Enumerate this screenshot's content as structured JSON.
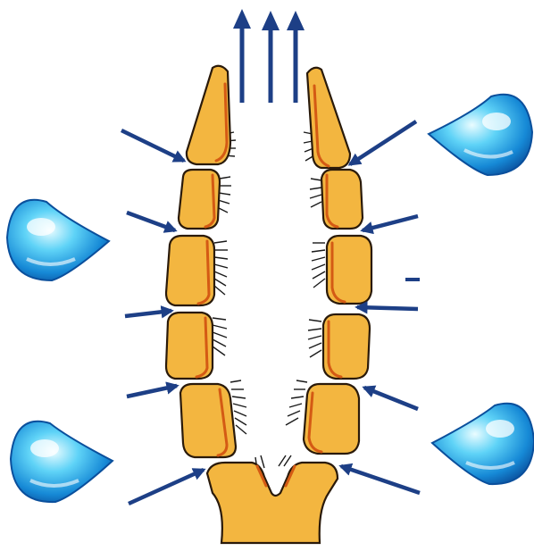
{
  "colors": {
    "background": "#ffffff",
    "block_fill": "#f3b640",
    "block_outline": "#2a1a0a",
    "inner_rim": "#d45a14",
    "hair": "#1a1a1a",
    "arrow": "#1d3f86",
    "drop_dark": "#0a5fb0",
    "drop_mid": "#1fa6e8",
    "drop_light": "#b9f0ff"
  },
  "icons": {
    "droplet": "water-droplet-icon",
    "arrow_in": "inward-arrow-icon",
    "arrow_up": "upward-arrow-icon"
  },
  "counts": {
    "water_droplets": 4,
    "upward_arrows": 3,
    "left_column_blocks": 6,
    "right_column_blocks": 6
  }
}
